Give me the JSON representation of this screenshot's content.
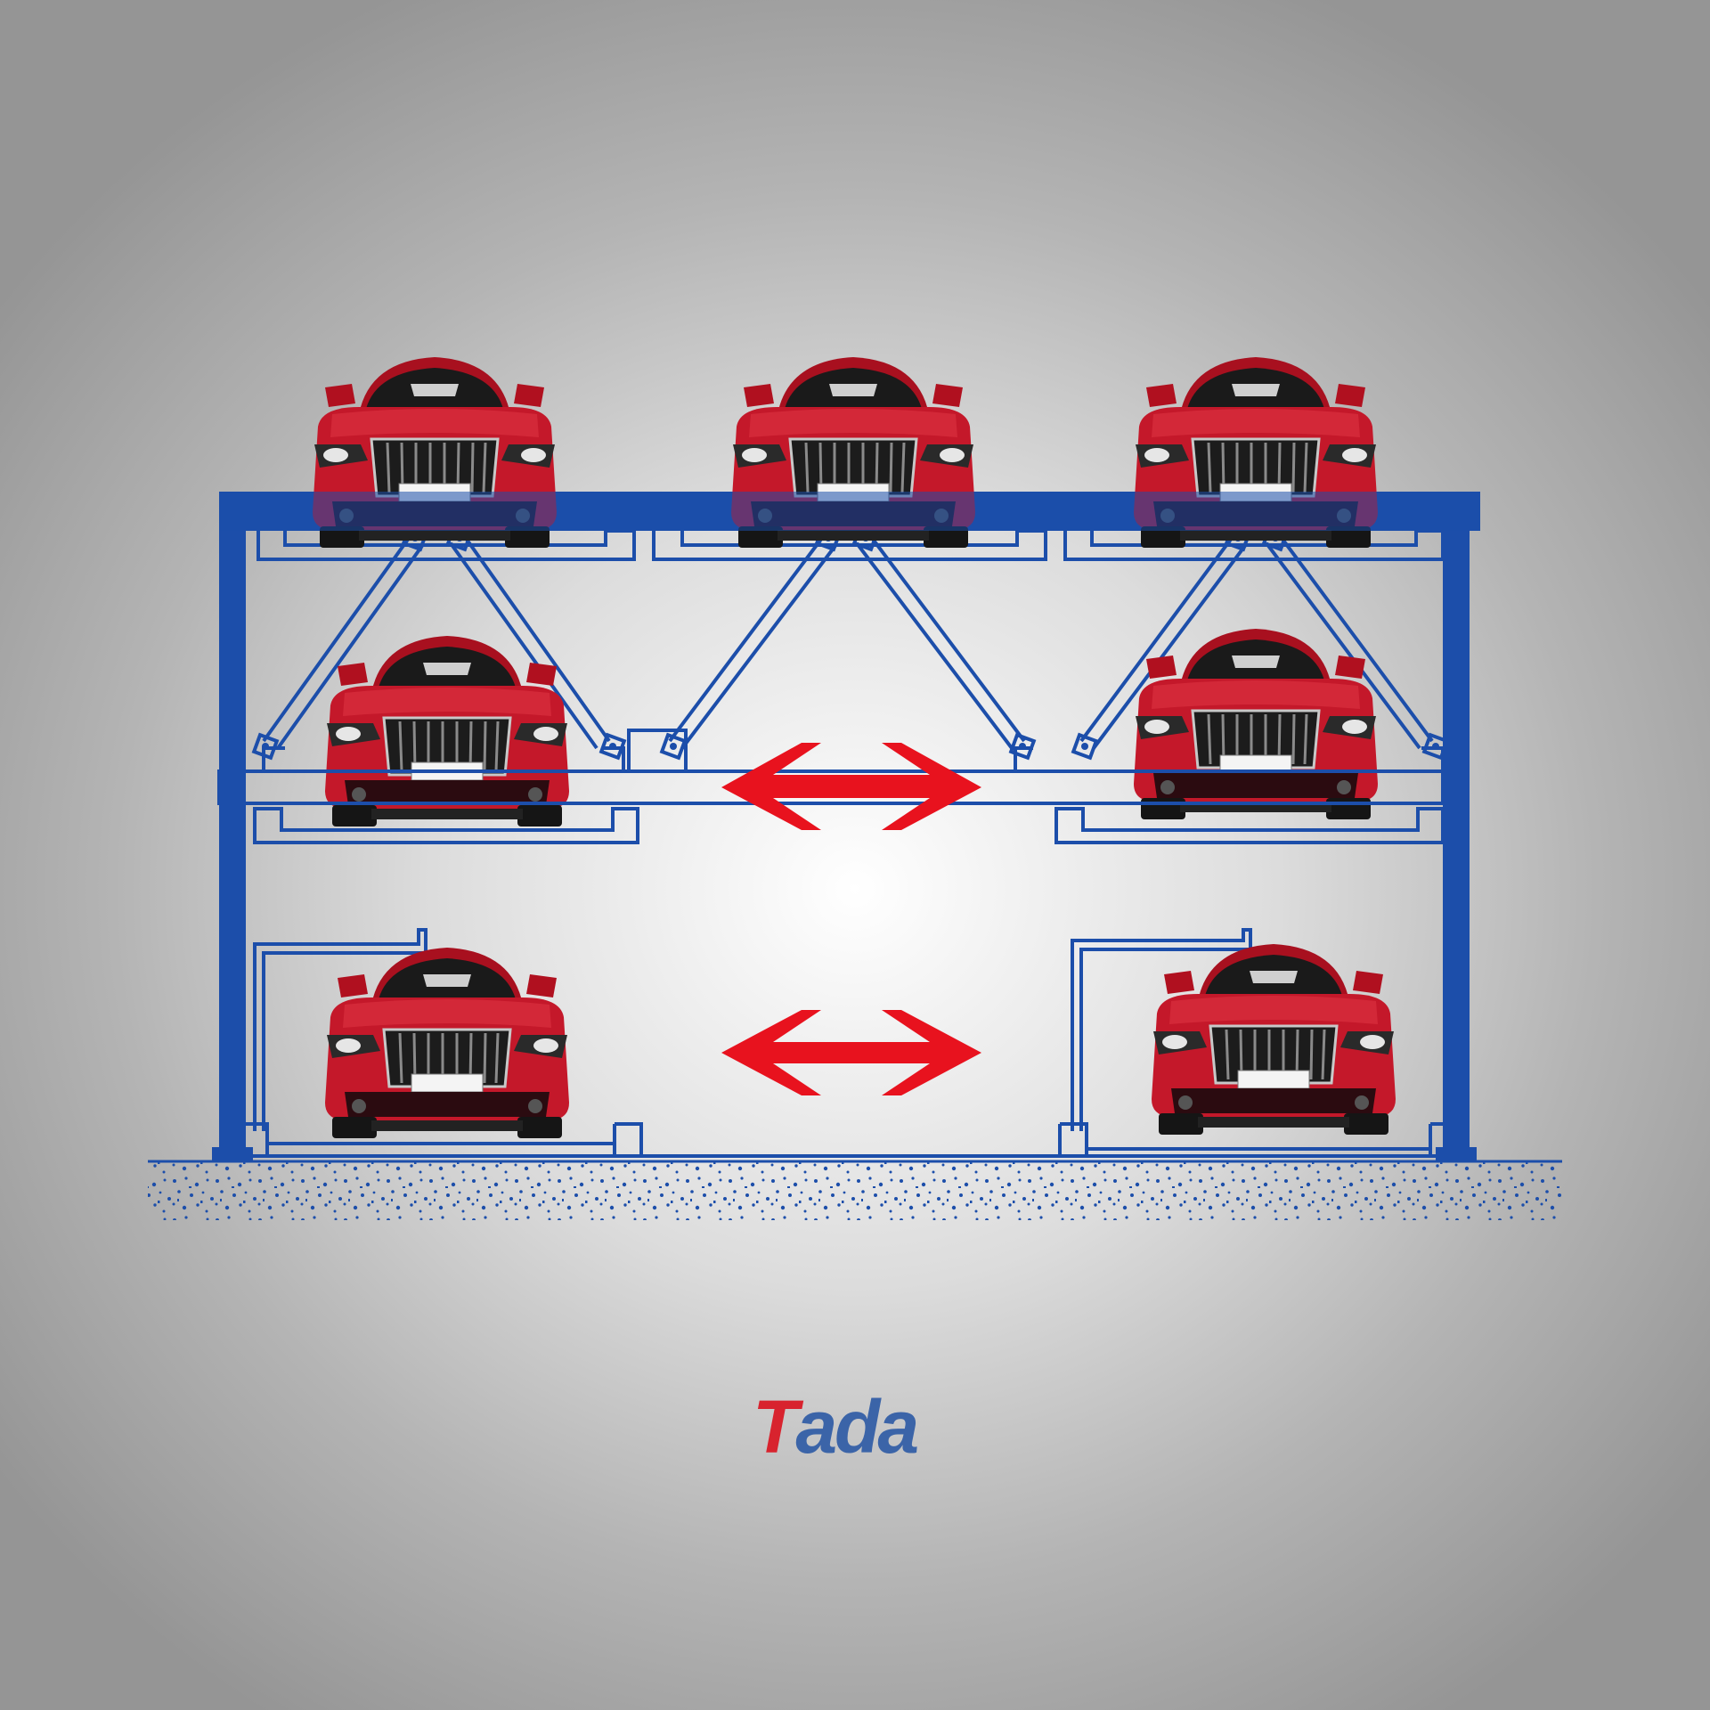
{
  "colors": {
    "frame": "#1c4eaa",
    "frame_dark": "#153d8a",
    "arrow": "#e8121e",
    "car_body": "#c4182a",
    "car_dark": "#7a0a14",
    "logo_blue": "#3b64a8",
    "logo_red": "#d8232e"
  },
  "diagram": {
    "levels": 3,
    "upper_level_cars": 3,
    "middle_level_cars": 2,
    "ground_level_cars": 2,
    "movement_arrows": [
      "middle-level-lateral",
      "ground-level-lateral"
    ]
  },
  "logo": {
    "first_letter": "T",
    "rest": "ada",
    "first_letter_color": "#d8232e",
    "rest_color": "#3b64a8"
  }
}
